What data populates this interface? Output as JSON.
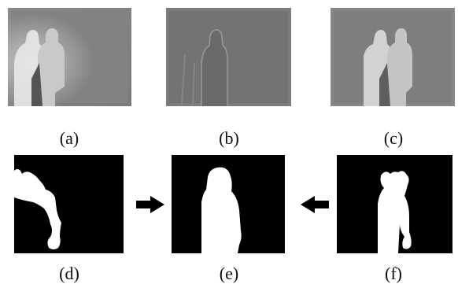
{
  "figure": {
    "panels": [
      {
        "id": "a",
        "caption": "(a)"
      },
      {
        "id": "b",
        "caption": "(b)"
      },
      {
        "id": "c",
        "caption": "(c)"
      },
      {
        "id": "d",
        "caption": "(d)"
      },
      {
        "id": "e",
        "caption": "(e)"
      },
      {
        "id": "f",
        "caption": "(f)"
      }
    ],
    "arrows": [
      {
        "from": "d",
        "to": "e",
        "direction": "right"
      },
      {
        "from": "f",
        "to": "e",
        "direction": "left"
      }
    ]
  }
}
